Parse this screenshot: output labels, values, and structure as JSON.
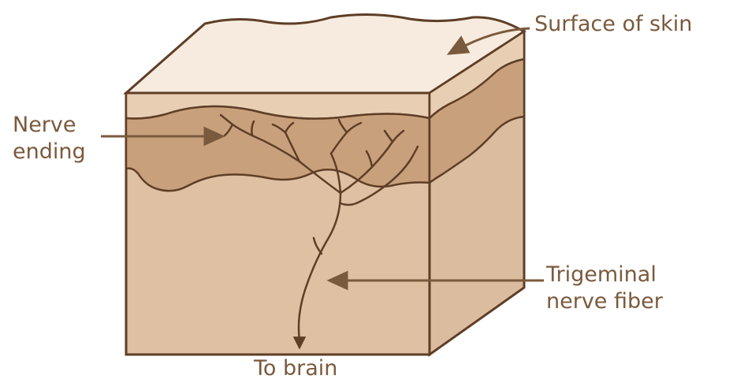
{
  "labels": {
    "surface": "Surface of skin",
    "nerve_ending": [
      "Nerve",
      "ending"
    ],
    "trigeminal": [
      "Trigeminal",
      "nerve fiber"
    ],
    "to_brain": "To brain"
  },
  "colors": {
    "top_surface": "#f6ebde",
    "upper_layer": "#e4c9ac",
    "nerve_layer": "#c9a07c",
    "dermis_front": "#dfc0a2",
    "side_face": "#dcbc9e",
    "outline": "#5e3e26",
    "label": "#7a5a3c"
  }
}
